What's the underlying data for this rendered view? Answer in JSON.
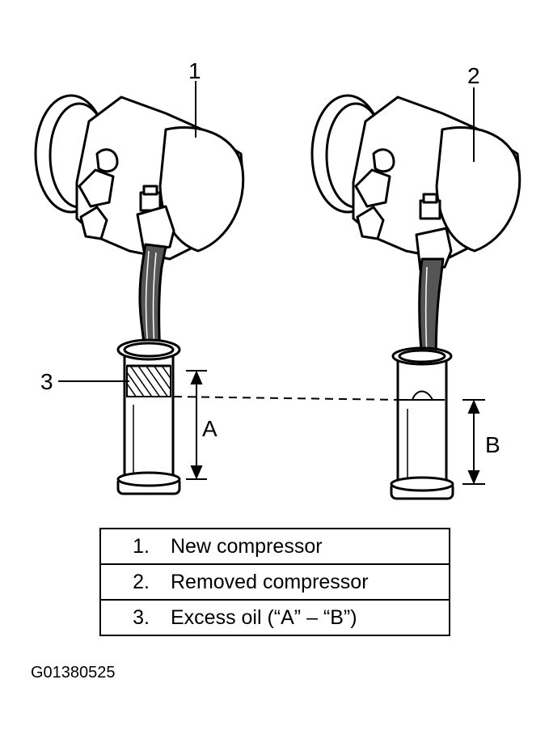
{
  "callouts": {
    "c1": "1",
    "c2": "2",
    "c3": "3",
    "a": "A",
    "b": "B"
  },
  "legend": [
    {
      "num": "1.",
      "text": "New compressor"
    },
    {
      "num": "2.",
      "text": "Removed compressor"
    },
    {
      "num": "3.",
      "text": "Excess oil (“A” – “B”)"
    }
  ],
  "figure_code": "G01380525"
}
